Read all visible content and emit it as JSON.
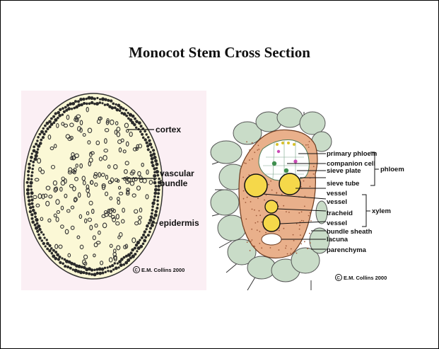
{
  "title": "Monocot Stem Cross Section",
  "left_figure": {
    "labels": {
      "cortex": "cortex",
      "vascular_line1": "vascular",
      "vascular_line2": "bundle",
      "epidermis": "epidermis"
    },
    "copyright_symbol": "C",
    "copyright": "E.M. Collins 2000"
  },
  "right_figure": {
    "labels": {
      "primary_phloem": "primary phloem",
      "companion_cell": "companion cell",
      "sieve_plate": "sieve plate",
      "sieve_tube": "sieve tube",
      "vessel_1": "vessel",
      "vessel_2": "vessel",
      "tracheid": "tracheid",
      "vessel_3": "vessel",
      "bundle_sheath": "bundle sheath",
      "lacuna": "lacuna",
      "parenchyma": "parenchyma"
    },
    "groups": {
      "phloem": "phloem",
      "xylem": "xylem"
    },
    "copyright_symbol": "C",
    "copyright": "E.M. Collins 2000"
  },
  "colors": {
    "left_background": "#fbeff4",
    "stem_fill": "#fbf8d6",
    "bundle": "#2a2a2a",
    "parenchyma": "#c9dcc8",
    "sheath": "#e9b08b",
    "phloem": "#ffffff",
    "vessel": "#f5d84a"
  }
}
